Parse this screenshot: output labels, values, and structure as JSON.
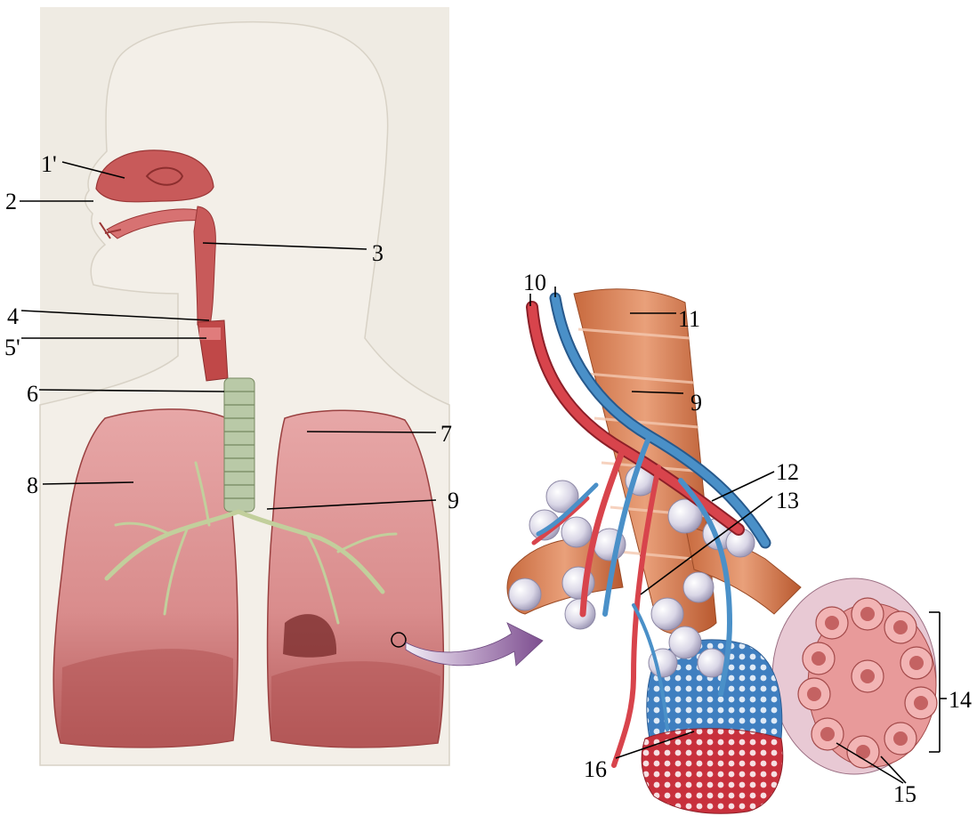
{
  "labels": {
    "l1": "1'",
    "l2": "2",
    "l3": "3",
    "l4": "4",
    "l5": "5'",
    "l6": "6",
    "l7": "7",
    "l8": "8",
    "l9": "9",
    "l10": "10",
    "l11": "11",
    "l9b": "9",
    "l12": "12",
    "l13": "13",
    "l14": "14",
    "l15": "15",
    "l16": "16"
  },
  "colors": {
    "background_panel": "#efebe3",
    "body_silhouette": "#f1ede6",
    "lung_tissue": "#d98c8c",
    "lung_shadow": "#a84848",
    "trachea": "#b9c9a7",
    "artery_red": "#d8444c",
    "vein_blue": "#4a90c8",
    "alveolus_white": "#e4e2ee",
    "arrow_purple": "#8a5c9a",
    "leader_line": "#000000"
  }
}
